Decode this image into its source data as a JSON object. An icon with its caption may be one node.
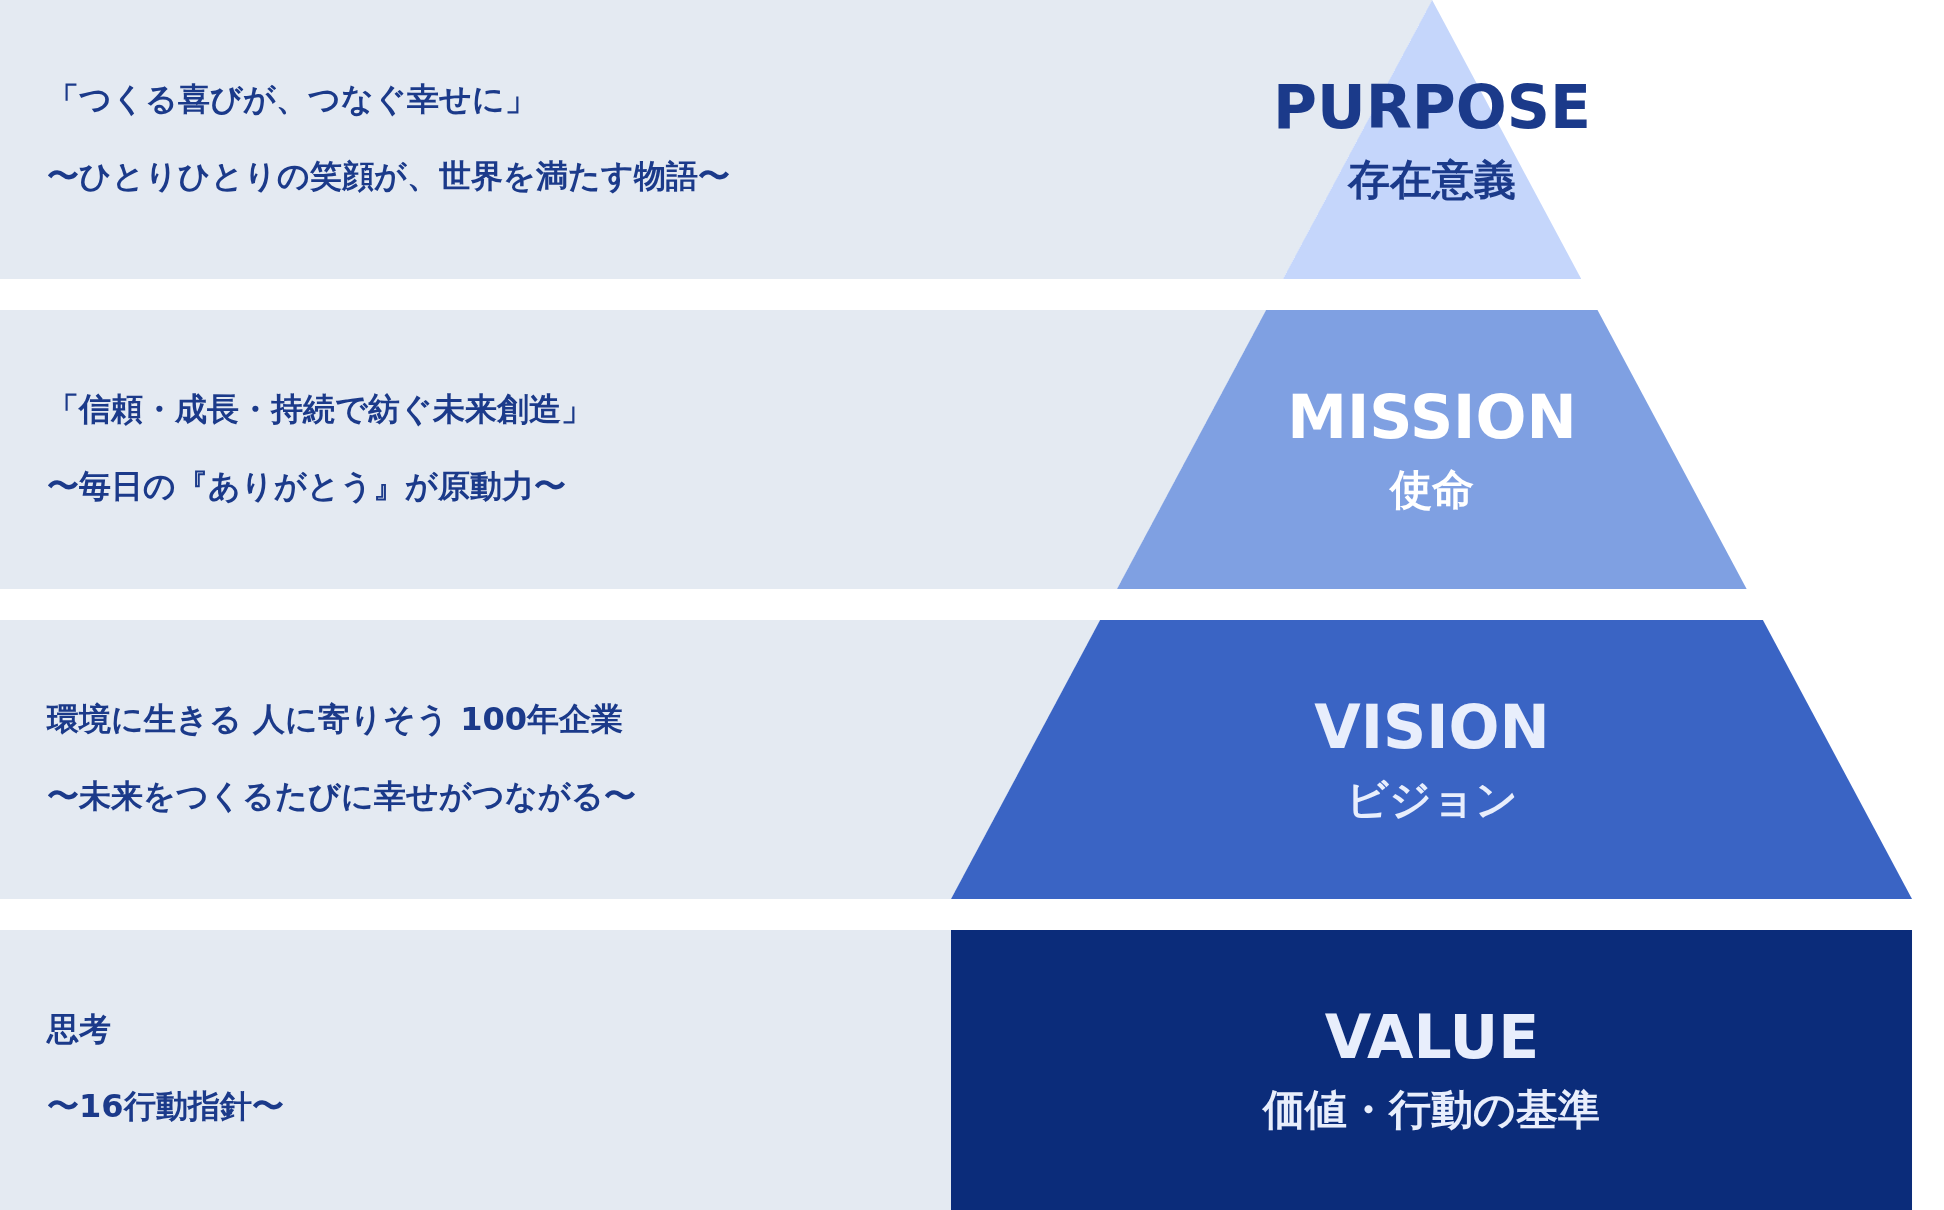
{
  "diagram": {
    "nodes": [
      {
        "text": [
          "「つくる喜びが、つなぐ幸せに」",
          "〜ひとりひとりの笑顔が、世界を満たす物語〜"
        ]
      },
      {
        "text": [
          "PURPOSE",
          "存在意義"
        ]
      },
      {
        "text": [
          "「信頼・成長・持続で紡ぐ未来創造」",
          "〜毎日の『ありがとう』が原動力〜"
        ]
      },
      {
        "text": [
          "MISSION",
          "使命"
        ]
      },
      {
        "text": [
          "環境に生きる 人に寄りそう 100年企業",
          "〜未来をつくるたびに幸せがつながる〜"
        ]
      },
      {
        "text": [
          "VISION",
          "ビジョン"
        ]
      },
      {
        "text": [
          "思考",
          "〜16行動指針〜"
        ]
      },
      {
        "text": [
          "VALUE",
          "価値・行動の基準"
        ]
      }
    ],
    "edges": []
  }
}
